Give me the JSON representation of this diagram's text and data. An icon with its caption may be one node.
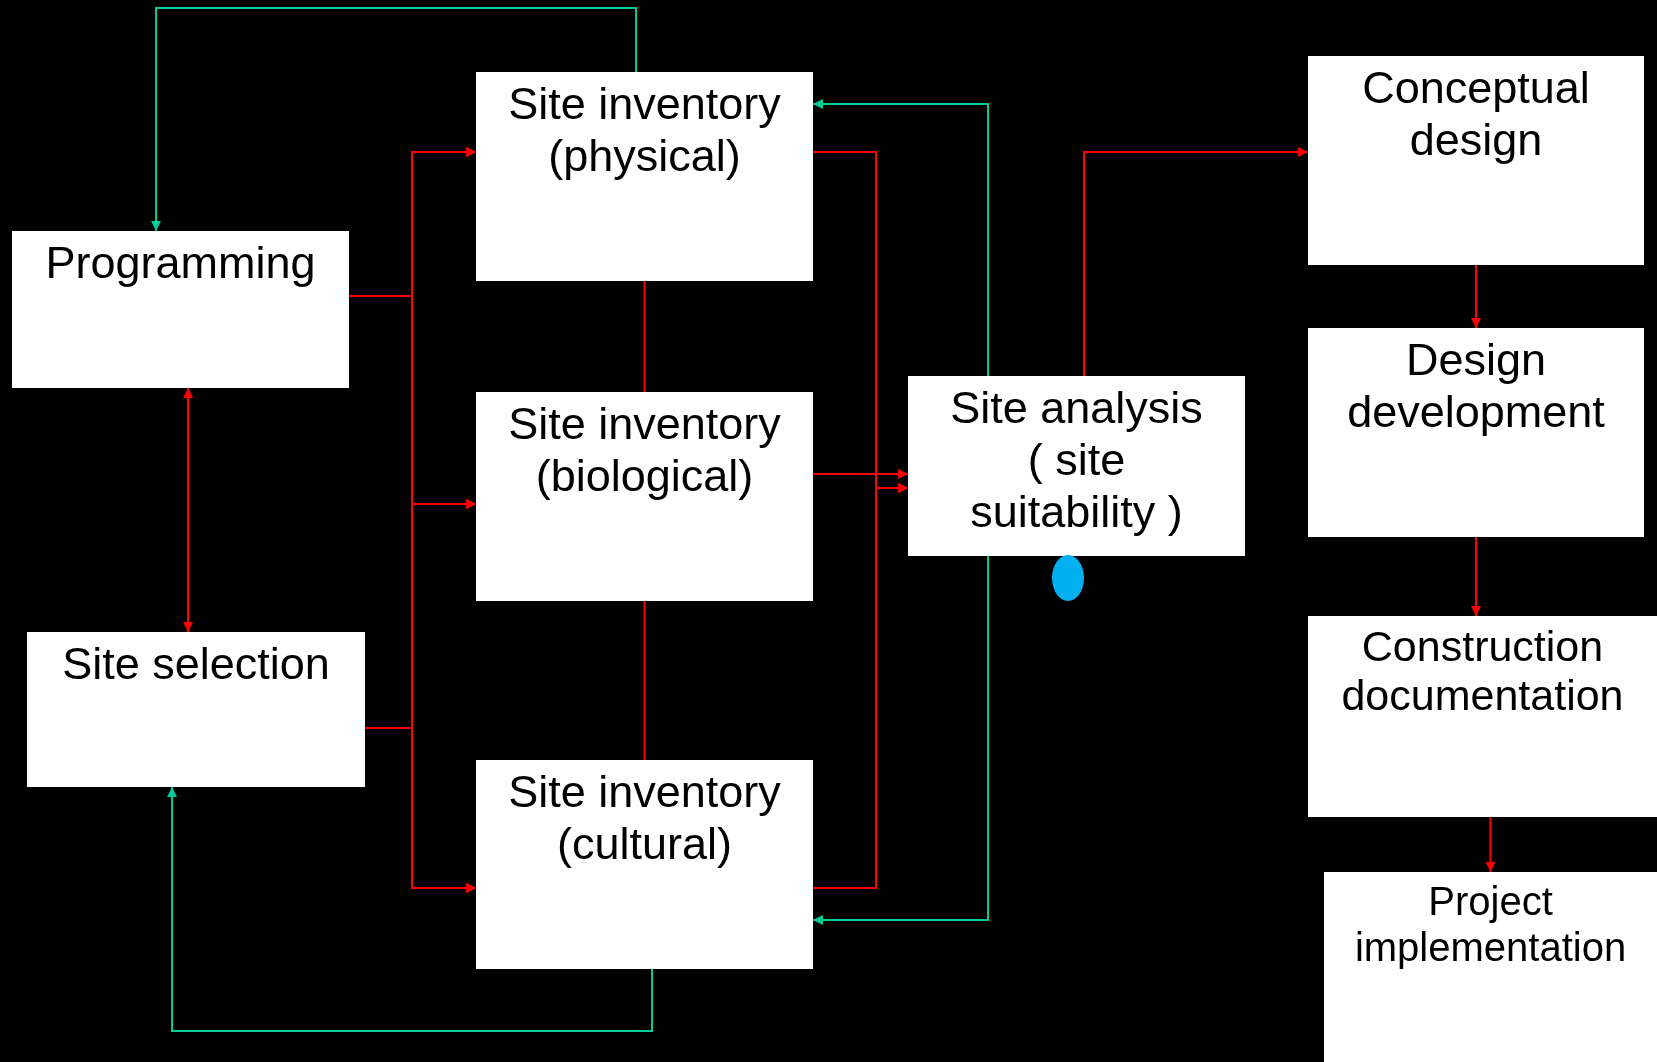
{
  "diagram": {
    "nodes": [
      {
        "text": [
          "Programming"
        ]
      },
      {
        "text": [
          "Site selection"
        ]
      },
      {
        "text": [
          "Site inventory (physical)"
        ]
      },
      {
        "text": [
          "Site inventory (biological)"
        ]
      },
      {
        "text": [
          "Site inventory (cultural)"
        ]
      },
      {
        "text": [
          "Site analysis ( site suitability )"
        ]
      },
      {
        "text": [
          "Conceptual design"
        ]
      },
      {
        "text": [
          "Design development"
        ]
      },
      {
        "text": [
          "Construction documentation"
        ]
      },
      {
        "text": [
          "Project implementation"
        ]
      },
      {
        "text": [],
        "shape": "circle"
      }
    ],
    "edges": [
      {
        "from": 2,
        "to": 0,
        "arrow": "to",
        "color": "#00cc99"
      },
      {
        "from": 0,
        "to": 1,
        "arrow": "both"
      },
      {
        "from": 0,
        "to": 2,
        "arrow": "to"
      },
      {
        "from": 0,
        "to": 3,
        "arrow": "to"
      },
      {
        "from": 0,
        "to": 4,
        "arrow": "to"
      },
      {
        "from": 1,
        "to": 2,
        "arrow": "to"
      },
      {
        "from": 1,
        "to": 3,
        "arrow": "to"
      },
      {
        "from": 1,
        "to": 4,
        "arrow": "to"
      },
      {
        "from": 2,
        "to": 3,
        "arrow": "none"
      },
      {
        "from": 3,
        "to": 4,
        "arrow": "none"
      },
      {
        "from": 2,
        "to": 5,
        "arrow": "to"
      },
      {
        "from": 3,
        "to": 5,
        "arrow": "to"
      },
      {
        "from": 4,
        "to": 5,
        "arrow": "to"
      },
      {
        "from": 5,
        "to": 2,
        "arrow": "to",
        "color": "#00cc99"
      },
      {
        "from": 5,
        "to": 4,
        "arrow": "to",
        "color": "#00cc99"
      },
      {
        "from": 4,
        "to": 1,
        "arrow": "to",
        "color": "#00cc99"
      },
      {
        "from": 5,
        "to": 6,
        "arrow": "to"
      },
      {
        "from": 6,
        "to": 7,
        "arrow": "to"
      },
      {
        "from": 7,
        "to": 8,
        "arrow": "to"
      },
      {
        "from": 8,
        "to": 9,
        "arrow": "to"
      }
    ]
  }
}
